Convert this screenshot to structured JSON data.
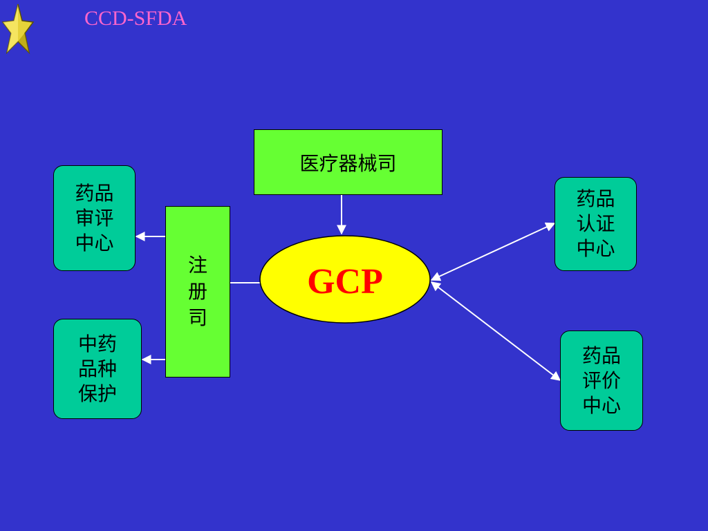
{
  "header": {
    "title": "CCD-SFDA"
  },
  "icons": {
    "logo": "gold-star-icon"
  },
  "colors": {
    "background": "#3333cc",
    "title": "#ff66cc",
    "green_box": "#66ff33",
    "teal_box": "#00cc99",
    "center_ellipse": "#ffff00",
    "center_text": "#ff0000",
    "connectors": "#ffffff"
  },
  "diagram": {
    "center": {
      "label": "GCP"
    },
    "top_box": {
      "label": "医疗器械司"
    },
    "registration_box": {
      "label": "注\n册\n司"
    },
    "left_top": {
      "label": "药品\n审评\n中心"
    },
    "left_bottom": {
      "label": "中药\n品种\n保护"
    },
    "right_top": {
      "label": "药品\n认证\n中心"
    },
    "right_bottom": {
      "label": "药品\n评价\n中心"
    }
  }
}
